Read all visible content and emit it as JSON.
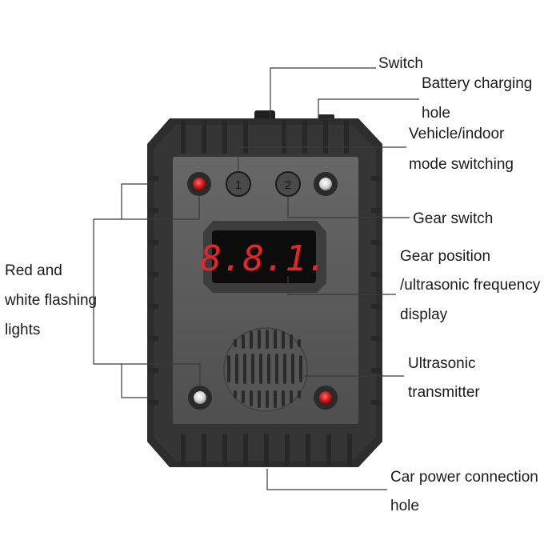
{
  "device": {
    "button_1_label": "1",
    "button_2_label": "2",
    "display_text": "8.8.1."
  },
  "labels": {
    "switch": "Switch",
    "battery_line1": "Battery charging",
    "battery_line2": "hole",
    "mode_line1": "Vehicle/indoor",
    "mode_line2": "mode switching",
    "gear_switch": "Gear switch",
    "gear_display_line1": "Gear position",
    "gear_display_line2": "/ultrasonic frequency",
    "gear_display_line3": "display",
    "ultrasonic_line1": "Ultrasonic",
    "ultrasonic_line2": "transmitter",
    "lights_line1": "Red and",
    "lights_line2": "white flashing",
    "lights_line3": "lights",
    "power_line1": "Car power connection",
    "power_line2": "hole"
  },
  "colors": {
    "body_outer": "#2f2f2f",
    "faceplate": "#5b5b5b",
    "display_bg": "#0c0c0c",
    "display_digits": "#e6252b",
    "red_light": "#d11a1a",
    "white_light": "#e8e8e8"
  }
}
